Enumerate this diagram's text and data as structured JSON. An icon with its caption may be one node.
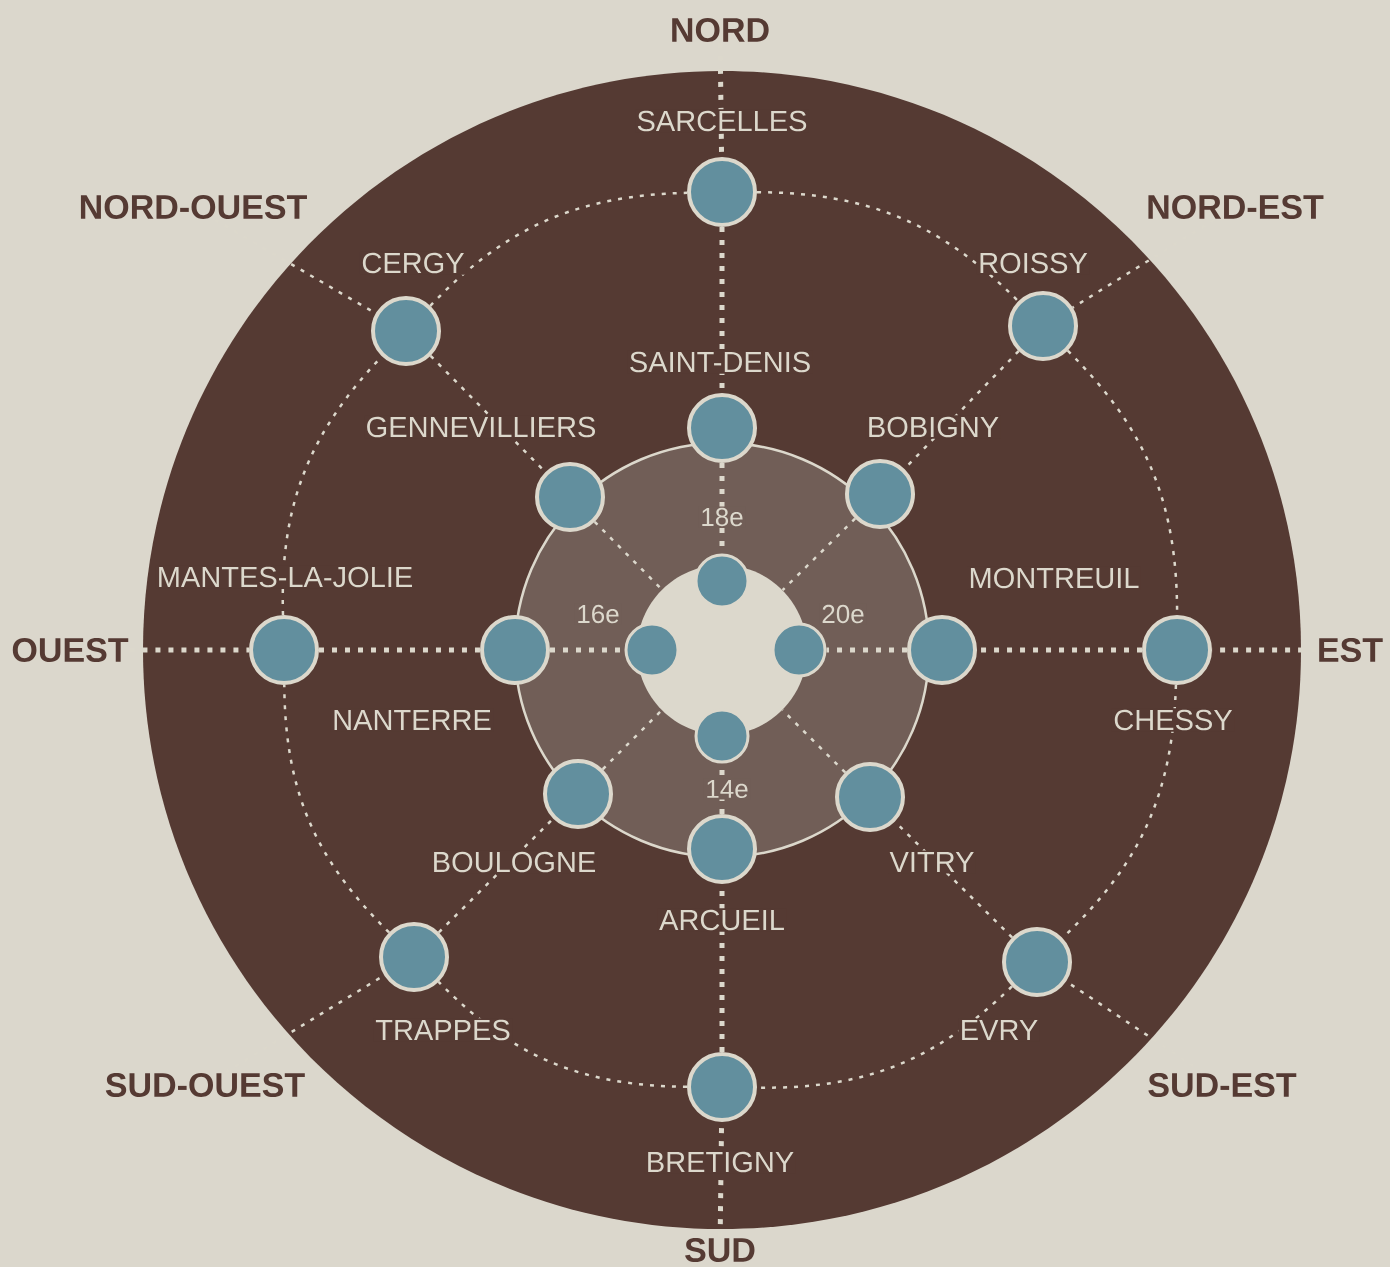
{
  "diagram": {
    "nodes": [
      {
        "text": [
          "NORD"
        ]
      },
      {
        "text": [
          "NORD-OUEST"
        ]
      },
      {
        "text": [
          "NORD-EST"
        ]
      },
      {
        "text": [],
        "shape": "circle",
        "beside": [
          "SARCELLES"
        ]
      },
      {
        "text": [],
        "shape": "circle",
        "beside": [
          "CERGY"
        ]
      },
      {
        "text": [],
        "shape": "circle",
        "beside": [
          "ROISSY"
        ]
      },
      {
        "text": [],
        "shape": "circle",
        "beside": [
          "SAINT-DENIS"
        ]
      },
      {
        "text": [],
        "shape": "circle",
        "beside": [
          "GENNEVILLIERS"
        ]
      },
      {
        "text": [],
        "shape": "circle",
        "beside": [
          "BOBIGNY"
        ]
      },
      {
        "text": [],
        "shape": "circle"
      },
      {
        "text": [],
        "shape": "circle",
        "beside": [
          "18e"
        ]
      },
      {
        "text": [],
        "shape": "circle",
        "beside": [
          "16e"
        ]
      },
      {
        "text": [],
        "shape": "circle",
        "beside": [
          "20e"
        ]
      },
      {
        "text": [],
        "shape": "circle",
        "beside": [
          "14e"
        ]
      },
      {
        "text": [
          "OUEST"
        ]
      },
      {
        "text": [
          "EST"
        ]
      },
      {
        "text": [],
        "shape": "circle",
        "beside": [
          "MANTES-LA-JOLIE"
        ]
      },
      {
        "text": [],
        "shape": "circle",
        "beside": [
          "NANTERRE"
        ]
      },
      {
        "text": [],
        "shape": "circle",
        "beside": [
          "MONTREUIL"
        ]
      },
      {
        "text": [],
        "shape": "circle",
        "beside": [
          "CHESSY"
        ]
      },
      {
        "text": [],
        "shape": "circle",
        "beside": [
          "BOULOGNE"
        ]
      },
      {
        "text": [],
        "shape": "circle",
        "beside": [
          "VITRY"
        ]
      },
      {
        "text": [],
        "shape": "circle",
        "beside": [
          "ARCUEIL"
        ]
      },
      {
        "text": [],
        "shape": "circle",
        "beside": [
          "TRAPPES"
        ]
      },
      {
        "text": [],
        "shape": "circle",
        "beside": [
          "EVRY"
        ]
      },
      {
        "text": [],
        "shape": "circle",
        "beside": [
          "BRETIGNY"
        ]
      },
      {
        "text": [
          "SUD-OUEST"
        ]
      },
      {
        "text": [
          "SUD-EST"
        ]
      },
      {
        "text": [
          "SUD"
        ]
      }
    ],
    "edges": [
      {
        "from": 0,
        "to": 3,
        "arrow": "none",
        "style": "dashed"
      },
      {
        "from": 3,
        "to": 6,
        "arrow": "none",
        "style": "dashed"
      },
      {
        "from": 6,
        "to": 10,
        "arrow": "none",
        "style": "dashed"
      },
      {
        "from": 14,
        "to": 16,
        "arrow": "none",
        "style": "dashed"
      },
      {
        "from": 16,
        "to": 17,
        "arrow": "none",
        "style": "dashed"
      },
      {
        "from": 17,
        "to": 11,
        "arrow": "none",
        "style": "dashed"
      },
      {
        "from": 15,
        "to": 19,
        "arrow": "none",
        "style": "dashed"
      },
      {
        "from": 19,
        "to": 18,
        "arrow": "none",
        "style": "dashed"
      },
      {
        "from": 18,
        "to": 12,
        "arrow": "none",
        "style": "dashed"
      },
      {
        "from": 28,
        "to": 25,
        "arrow": "none",
        "style": "dashed"
      },
      {
        "from": 25,
        "to": 22,
        "arrow": "none",
        "style": "dashed"
      },
      {
        "from": 22,
        "to": 13,
        "arrow": "none",
        "style": "dashed"
      },
      {
        "from": 1,
        "to": 4,
        "arrow": "none"
      },
      {
        "from": 4,
        "to": 7,
        "arrow": "none"
      },
      {
        "from": 7,
        "to": 9,
        "arrow": "none"
      },
      {
        "from": 2,
        "to": 5,
        "arrow": "none"
      },
      {
        "from": 5,
        "to": 8,
        "arrow": "none"
      },
      {
        "from": 8,
        "to": 9,
        "arrow": "none"
      },
      {
        "from": 26,
        "to": 23,
        "arrow": "none"
      },
      {
        "from": 23,
        "to": 20,
        "arrow": "none"
      },
      {
        "from": 20,
        "to": 9,
        "arrow": "none"
      },
      {
        "from": 27,
        "to": 24,
        "arrow": "none"
      },
      {
        "from": 24,
        "to": 21,
        "arrow": "none"
      },
      {
        "from": 21,
        "to": 9,
        "arrow": "none"
      },
      {
        "from": 3,
        "to": 5,
        "arrow": "none"
      },
      {
        "from": 5,
        "to": 19,
        "arrow": "none"
      },
      {
        "from": 19,
        "to": 24,
        "arrow": "none"
      },
      {
        "from": 24,
        "to": 25,
        "arrow": "none"
      },
      {
        "from": 25,
        "to": 23,
        "arrow": "none"
      },
      {
        "from": 23,
        "to": 16,
        "arrow": "none"
      },
      {
        "from": 16,
        "to": 4,
        "arrow": "none"
      },
      {
        "from": 4,
        "to": 3,
        "arrow": "none"
      }
    ]
  }
}
